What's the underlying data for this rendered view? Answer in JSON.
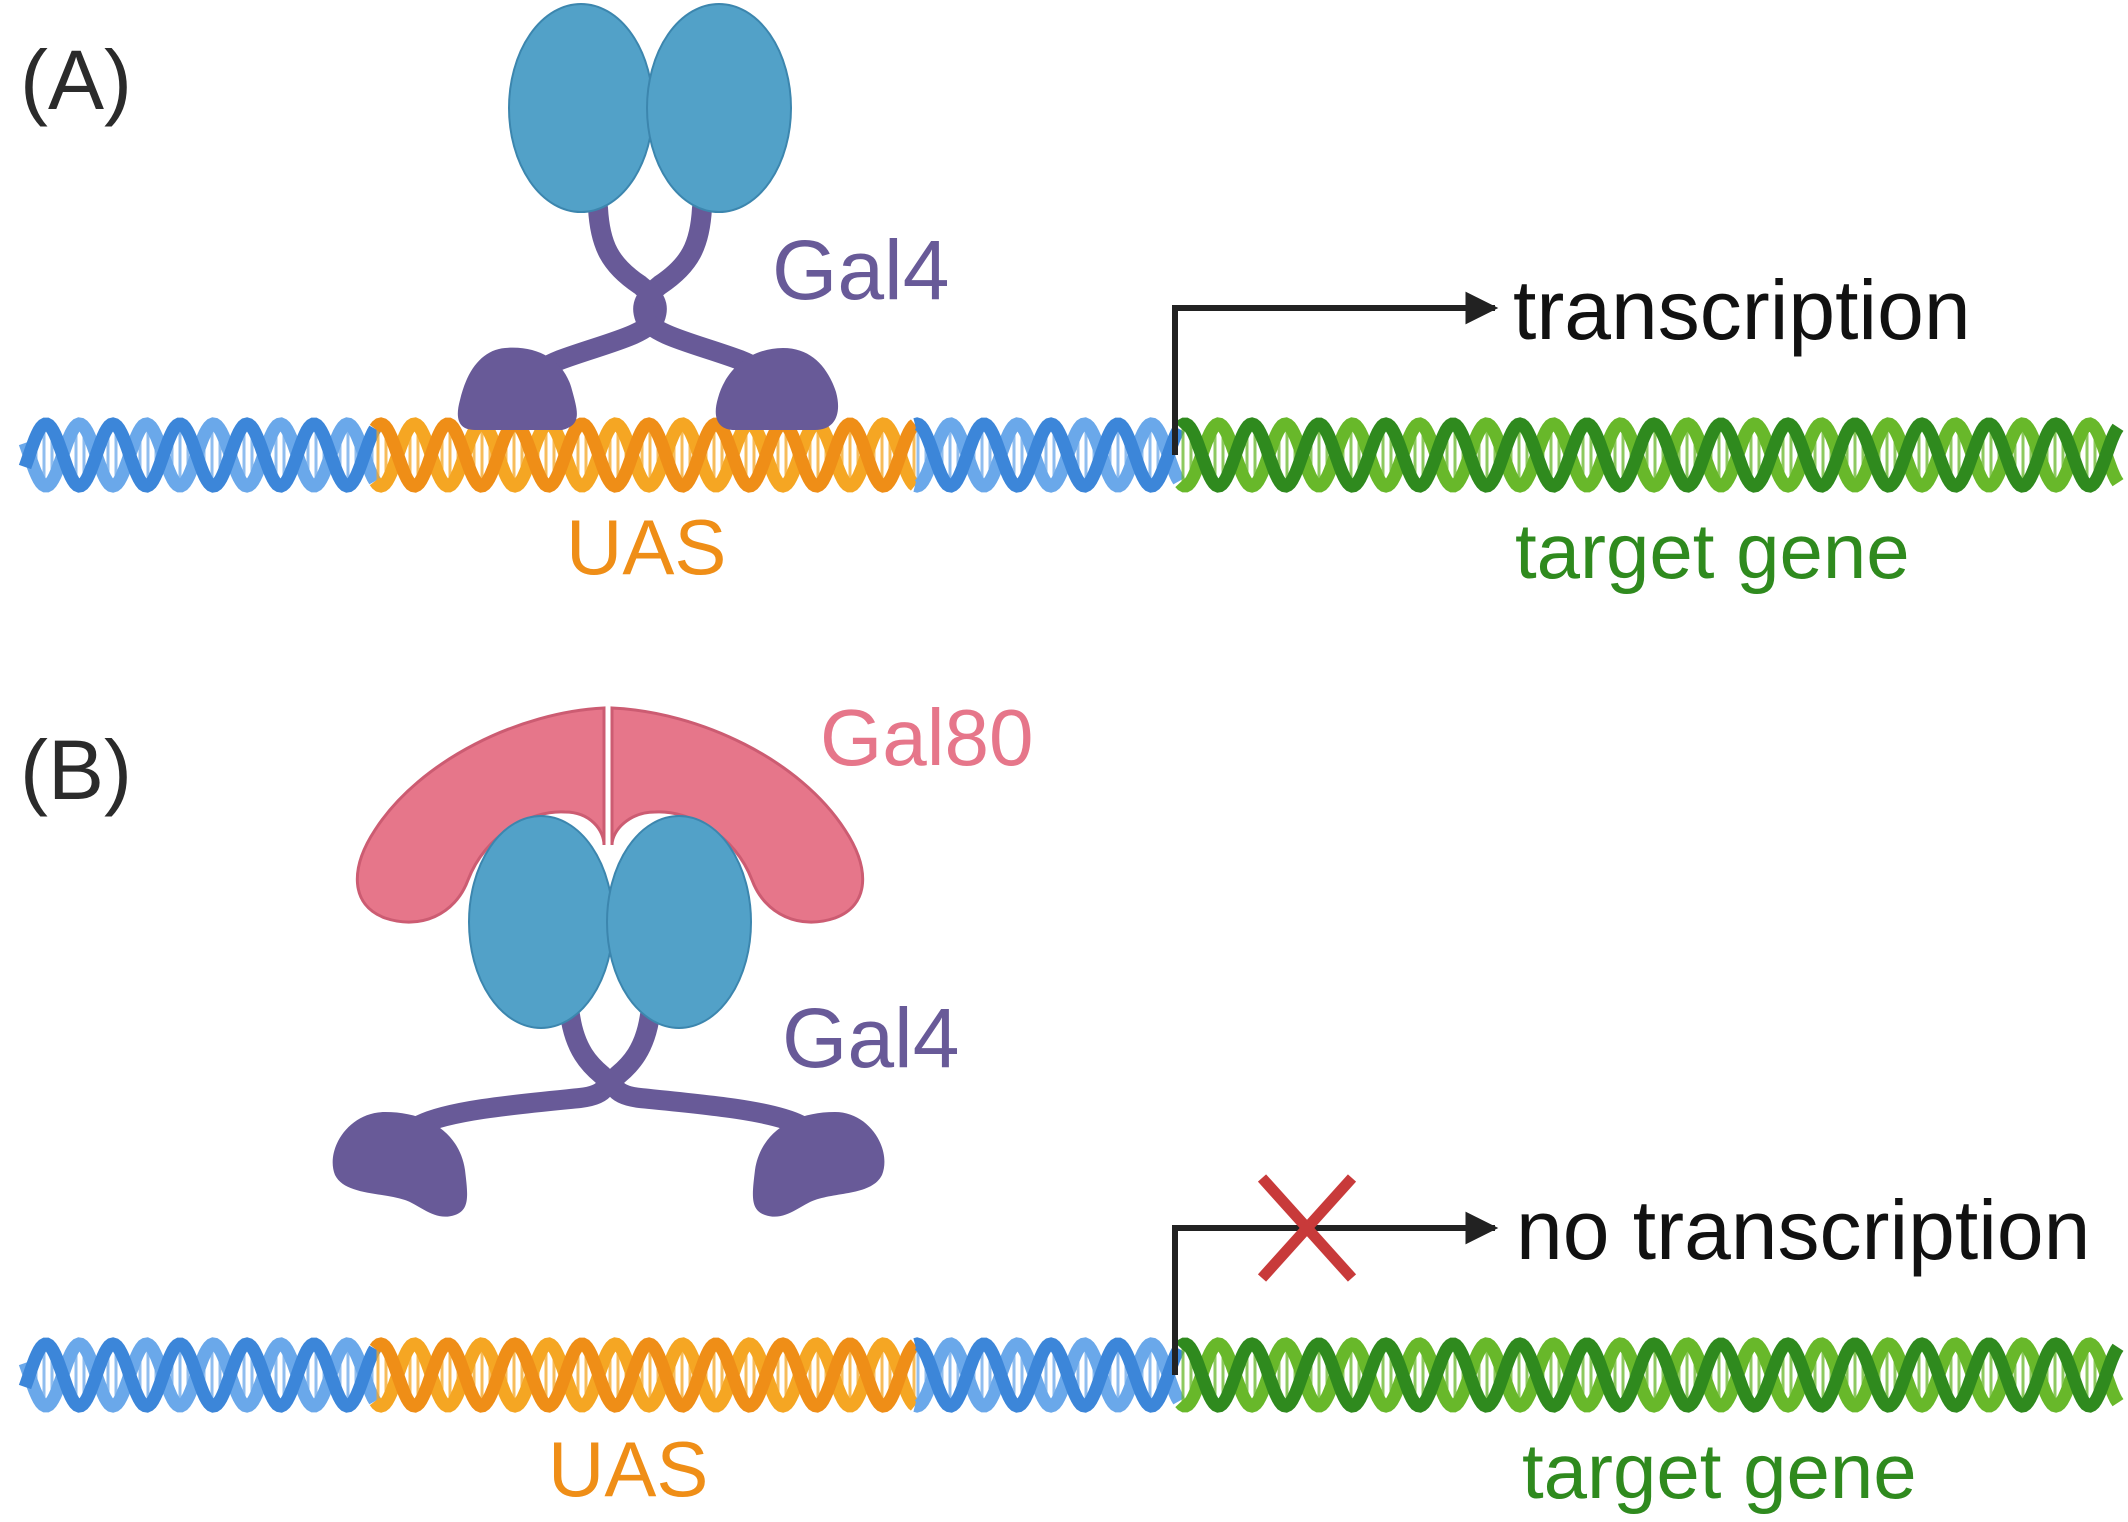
{
  "colors": {
    "gal4_dbd": "#685a98",
    "gal4_activation": "#52a1c8",
    "gal80": "#e6768a",
    "uas": "#ef8e17",
    "uas_light": "#f5a623",
    "dna_flank": "#3c86d9",
    "dna_flank_light": "#6aa8ea",
    "target_gene": "#2f8a1e",
    "target_gene_light": "#68b82a",
    "arrow": "#222222",
    "block_x": "#c83a3a"
  },
  "panel_a": {
    "panel_label": "(A)",
    "activator_label": "Gal4",
    "promoter_label": "UAS",
    "gene_label": "target gene",
    "output_label": "transcription"
  },
  "panel_b": {
    "panel_label": "(B)",
    "repressor_label": "Gal80",
    "activator_label": "Gal4",
    "promoter_label": "UAS",
    "gene_label": "target gene",
    "output_label": "no transcription"
  }
}
